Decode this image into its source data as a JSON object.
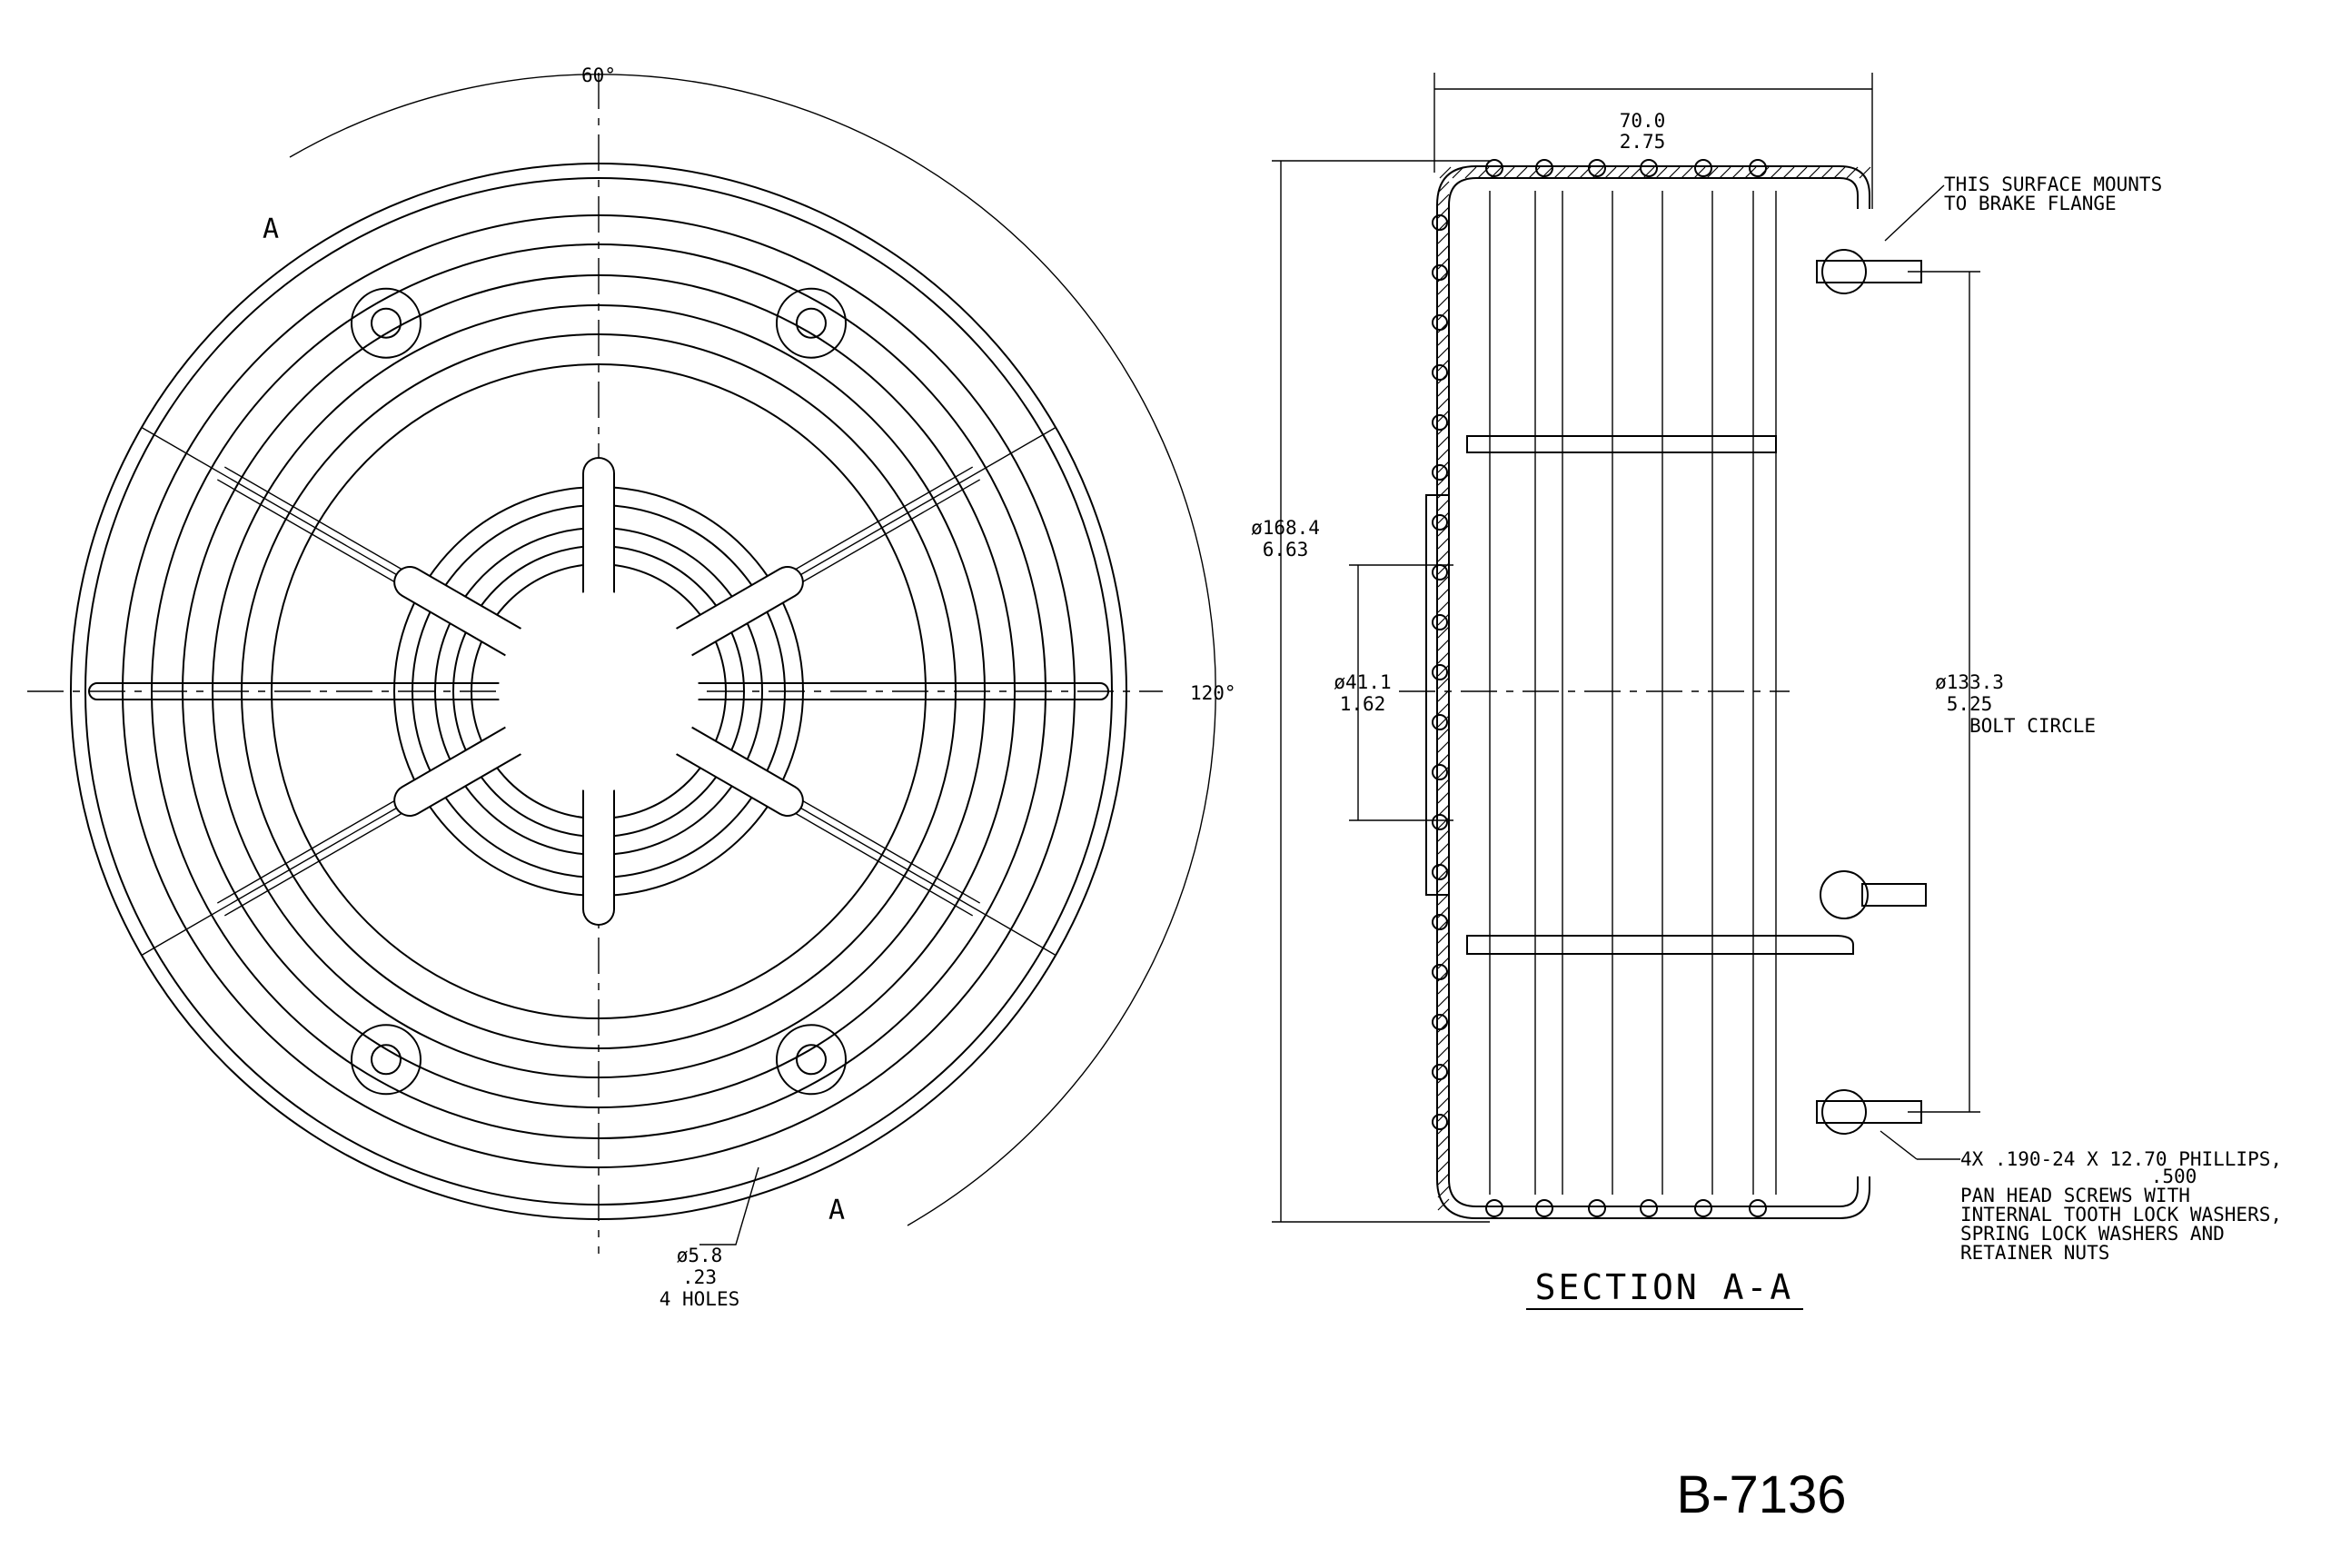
{
  "drawing_number": "B-7136",
  "front_view": {
    "angle_top": "60°",
    "angle_right": "120°",
    "section_label_top": "A",
    "section_label_bottom": "A",
    "hole_note": [
      "ø5.8",
      ".23",
      "4 HOLES"
    ]
  },
  "section_view": {
    "title": "SECTION A-A",
    "width_dim": [
      "70.0",
      "2.75"
    ],
    "outer_dia": [
      "ø168.4",
      "6.63"
    ],
    "hub_dia": [
      "ø41.1",
      "1.62"
    ],
    "bolt_circle": [
      "ø133.3",
      "5.25",
      "BOLT CIRCLE"
    ],
    "mount_note": [
      "THIS SURFACE MOUNTS",
      "TO BRAKE FLANGE"
    ],
    "screw_note": [
      "4X .190-24 X 12.70 PHILLIPS,",
      ".500",
      "PAN HEAD SCREWS WITH",
      "INTERNAL TOOTH LOCK WASHERS,",
      "SPRING LOCK WASHERS AND",
      "RETAINER NUTS"
    ]
  }
}
